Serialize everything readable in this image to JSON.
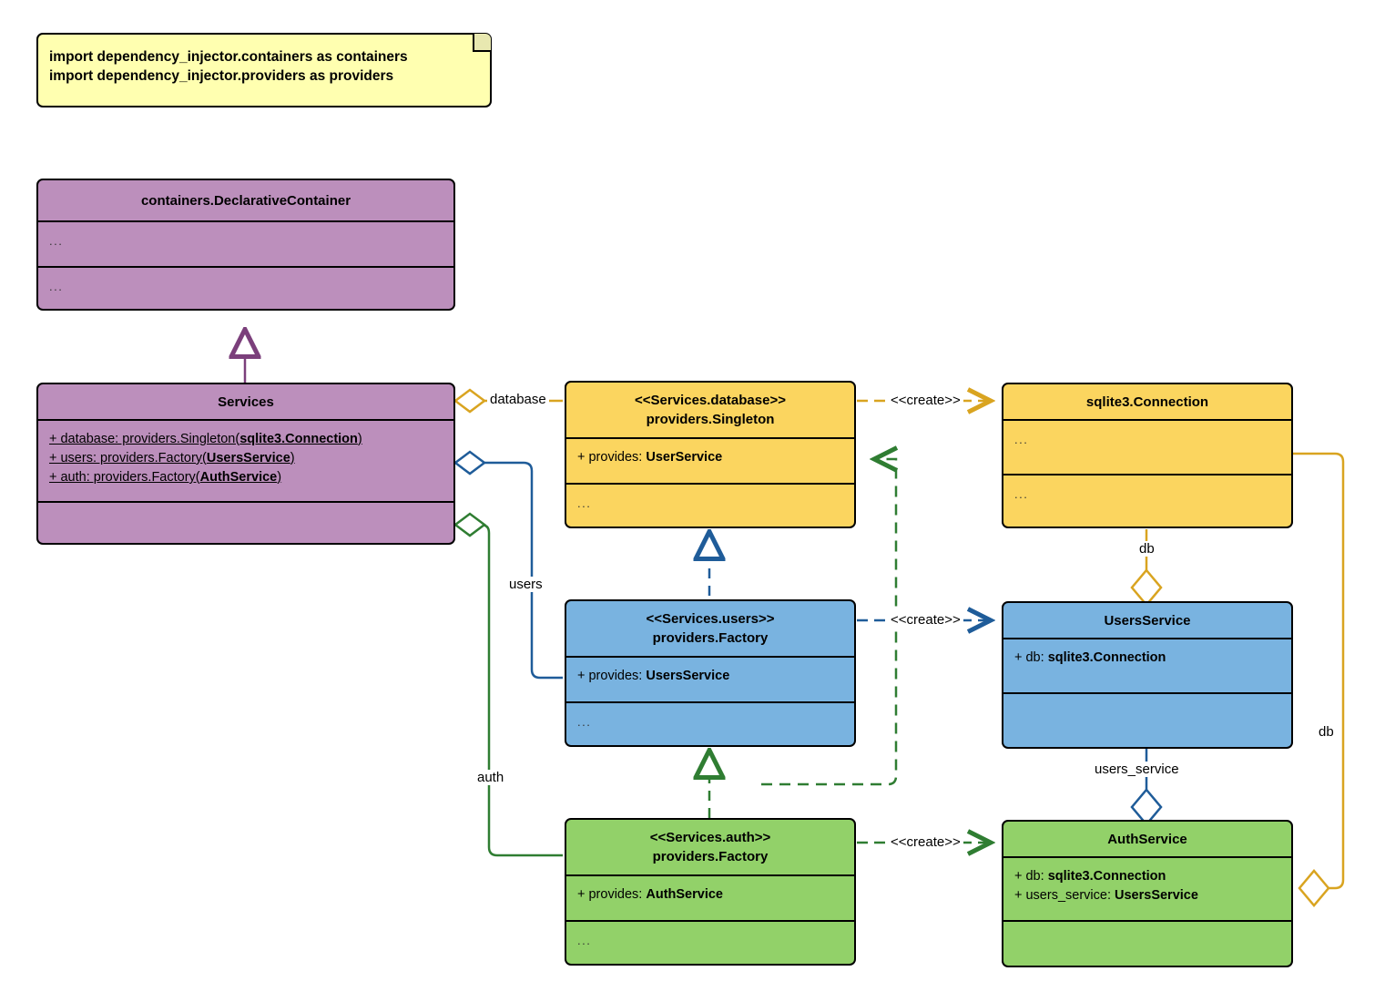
{
  "diagram": {
    "title": "dependency_injector UML class diagram",
    "note": {
      "line1": "import dependency_injector.containers as containers",
      "line2": "import dependency_injector.providers as providers"
    },
    "colors": {
      "note_fill": "#ffffb0",
      "container_fill": "#bc8fbc",
      "database_fill": "#fbd55f",
      "users_fill": "#79b3e0",
      "auth_fill": "#92d169",
      "container_edge": "#7b3f7b",
      "database_edge": "#d9a420",
      "users_edge": "#1f5c99",
      "auth_edge": "#2f7d32",
      "border": "#000000"
    },
    "classes": {
      "declarative_container": {
        "name": "containers.DeclarativeContainer",
        "attributes": [
          "..."
        ],
        "methods": [
          "..."
        ]
      },
      "services": {
        "name": "Services",
        "attributes": [
          {
            "prefix": "+ database: providers.Singleton(",
            "bold": "sqlite3.Connection",
            "suffix": ")"
          },
          {
            "prefix": "+ users: providers.Factory(",
            "bold": "UsersService",
            "suffix": ")"
          },
          {
            "prefix": "+ auth: providers.Factory(",
            "bold": "AuthService",
            "suffix": ")"
          }
        ],
        "methods": []
      },
      "services_database": {
        "stereotype": "<<Services.database>>",
        "name": "providers.Singleton",
        "attributes": [
          {
            "prefix": "+ provides: ",
            "bold": "UserService",
            "suffix": ""
          }
        ],
        "methods": [
          "..."
        ]
      },
      "services_users": {
        "stereotype": "<<Services.users>>",
        "name": "providers.Factory",
        "attributes": [
          {
            "prefix": "+ provides: ",
            "bold": "UsersService",
            "suffix": ""
          }
        ],
        "methods": [
          "..."
        ]
      },
      "services_auth": {
        "stereotype": "<<Services.auth>>",
        "name": "providers.Factory",
        "attributes": [
          {
            "prefix": "+ provides: ",
            "bold": "AuthService",
            "suffix": ""
          }
        ],
        "methods": [
          "..."
        ]
      },
      "sqlite3_connection": {
        "name": "sqlite3.Connection",
        "attributes": [
          "..."
        ],
        "methods": [
          "..."
        ]
      },
      "users_service": {
        "name": "UsersService",
        "attributes": [
          {
            "prefix": "+ db: ",
            "bold": "sqlite3.Connection",
            "suffix": ""
          }
        ],
        "methods": []
      },
      "auth_service": {
        "name": "AuthService",
        "attributes": [
          {
            "prefix": "+ db: ",
            "bold": "sqlite3.Connection",
            "suffix": ""
          },
          {
            "prefix": "+ users_service: ",
            "bold": "UsersService",
            "suffix": ""
          }
        ],
        "methods": []
      }
    },
    "edge_labels": {
      "database": "database",
      "users": "users",
      "auth": "auth",
      "create_database": "<<create>>",
      "create_users": "<<create>>",
      "create_auth": "<<create>>",
      "db_users": "db",
      "db_auth": "db",
      "users_service": "users_service"
    }
  }
}
